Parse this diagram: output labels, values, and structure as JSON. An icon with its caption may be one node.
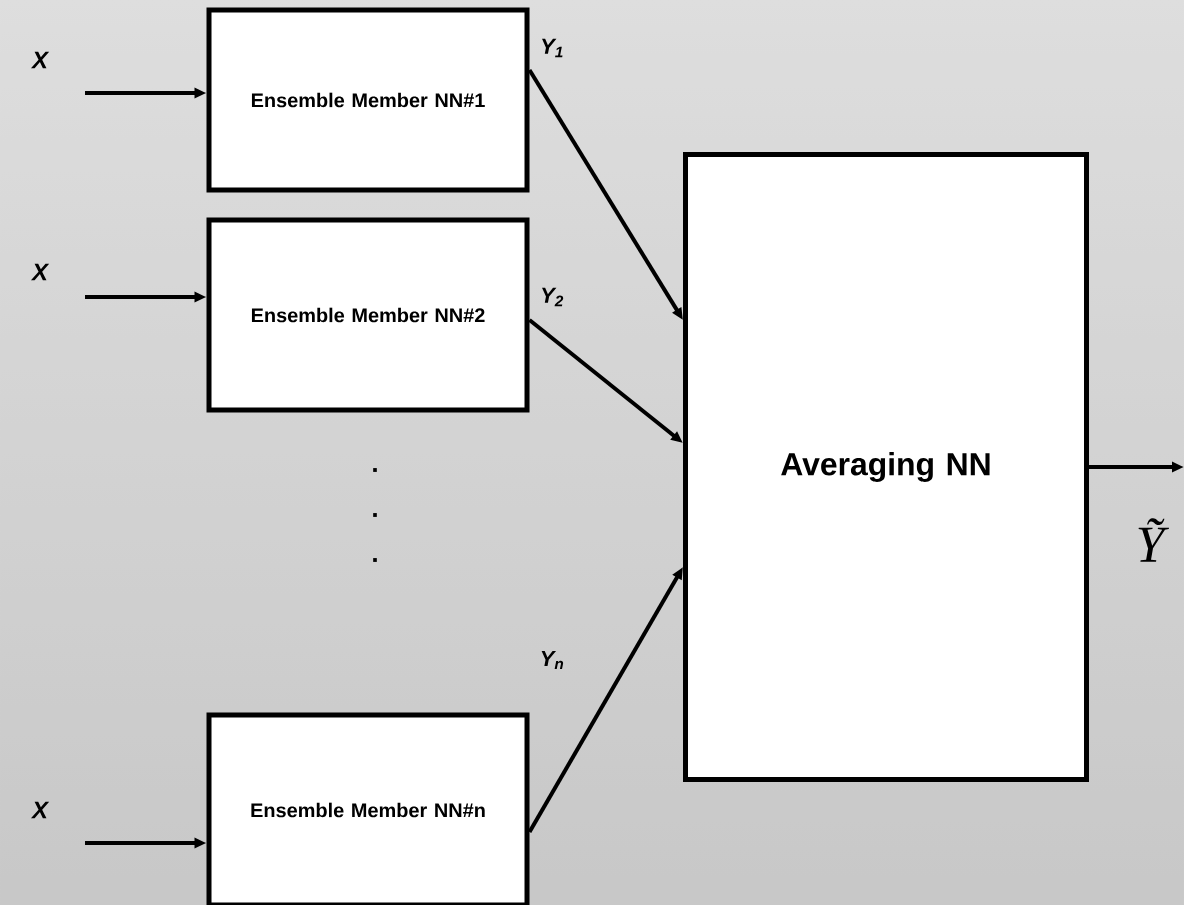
{
  "diagram": {
    "nodes": [
      {
        "text": [
          "Ensemble Member NN#1"
        ]
      },
      {
        "text": [
          "Ensemble Member NN#2"
        ]
      },
      {
        "text": [
          "Ensemble Member NN#n"
        ]
      },
      {
        "text": [
          "Averaging NN"
        ]
      }
    ],
    "edges": [
      {
        "from": null,
        "to": 0,
        "arrow": "to",
        "label": "X"
      },
      {
        "from": null,
        "to": 1,
        "arrow": "to",
        "label": "X"
      },
      {
        "from": null,
        "to": 2,
        "arrow": "to",
        "label": "X"
      },
      {
        "from": 0,
        "to": 3,
        "arrow": "to",
        "label": "Y$_{1}$"
      },
      {
        "from": 1,
        "to": 3,
        "arrow": "to",
        "label": "Y$_{2}$"
      },
      {
        "from": 2,
        "to": 3,
        "arrow": "to",
        "label": "Y$_{n}$"
      },
      {
        "from": 3,
        "to": null,
        "arrow": "to",
        "label": "Ỹ"
      }
    ],
    "labels": [
      ".",
      ".",
      "."
    ]
  }
}
